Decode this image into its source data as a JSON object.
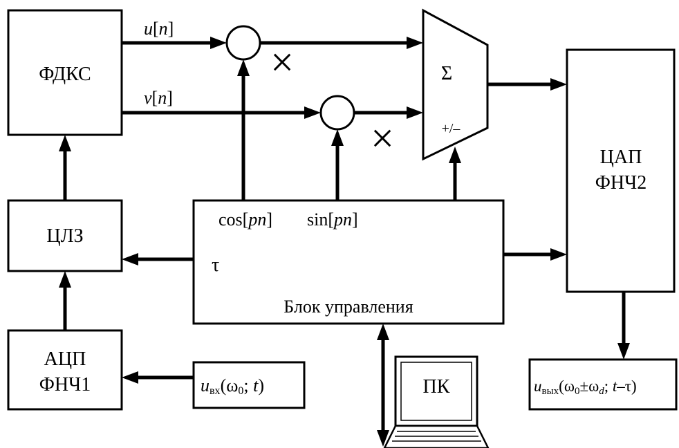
{
  "blocks": {
    "fdks": "ФДКС",
    "clz": "ЦЛЗ",
    "adc_line1": "АЦП",
    "adc_line2": "ФНЧ1",
    "dac_line1": "ЦАП",
    "dac_line2": "ФНЧ2",
    "control": "Блок управления",
    "pc": "ПК"
  },
  "signals": {
    "u": "u",
    "v": "v",
    "n_index": "[n]",
    "u_open": "[",
    "n": "n",
    "close": "]",
    "cos": "cos[",
    "sin": "sin[",
    "pn": "pn",
    "tau": "τ",
    "sigma": "Σ",
    "plus_minus": "+/–",
    "multiply": "×"
  },
  "input_signal": {
    "u": "u",
    "sub": "вх",
    "args_open": "(ω",
    "zero": "0",
    "args_rest": "; ",
    "t": "t",
    "close": ")"
  },
  "output_signal": {
    "u": "u",
    "sub": "вых",
    "args_open": "(ω",
    "zero": "0",
    "pm": "±ω",
    "d": "d",
    "semi": "; ",
    "t": "t",
    "minus_tau": "–τ)"
  }
}
